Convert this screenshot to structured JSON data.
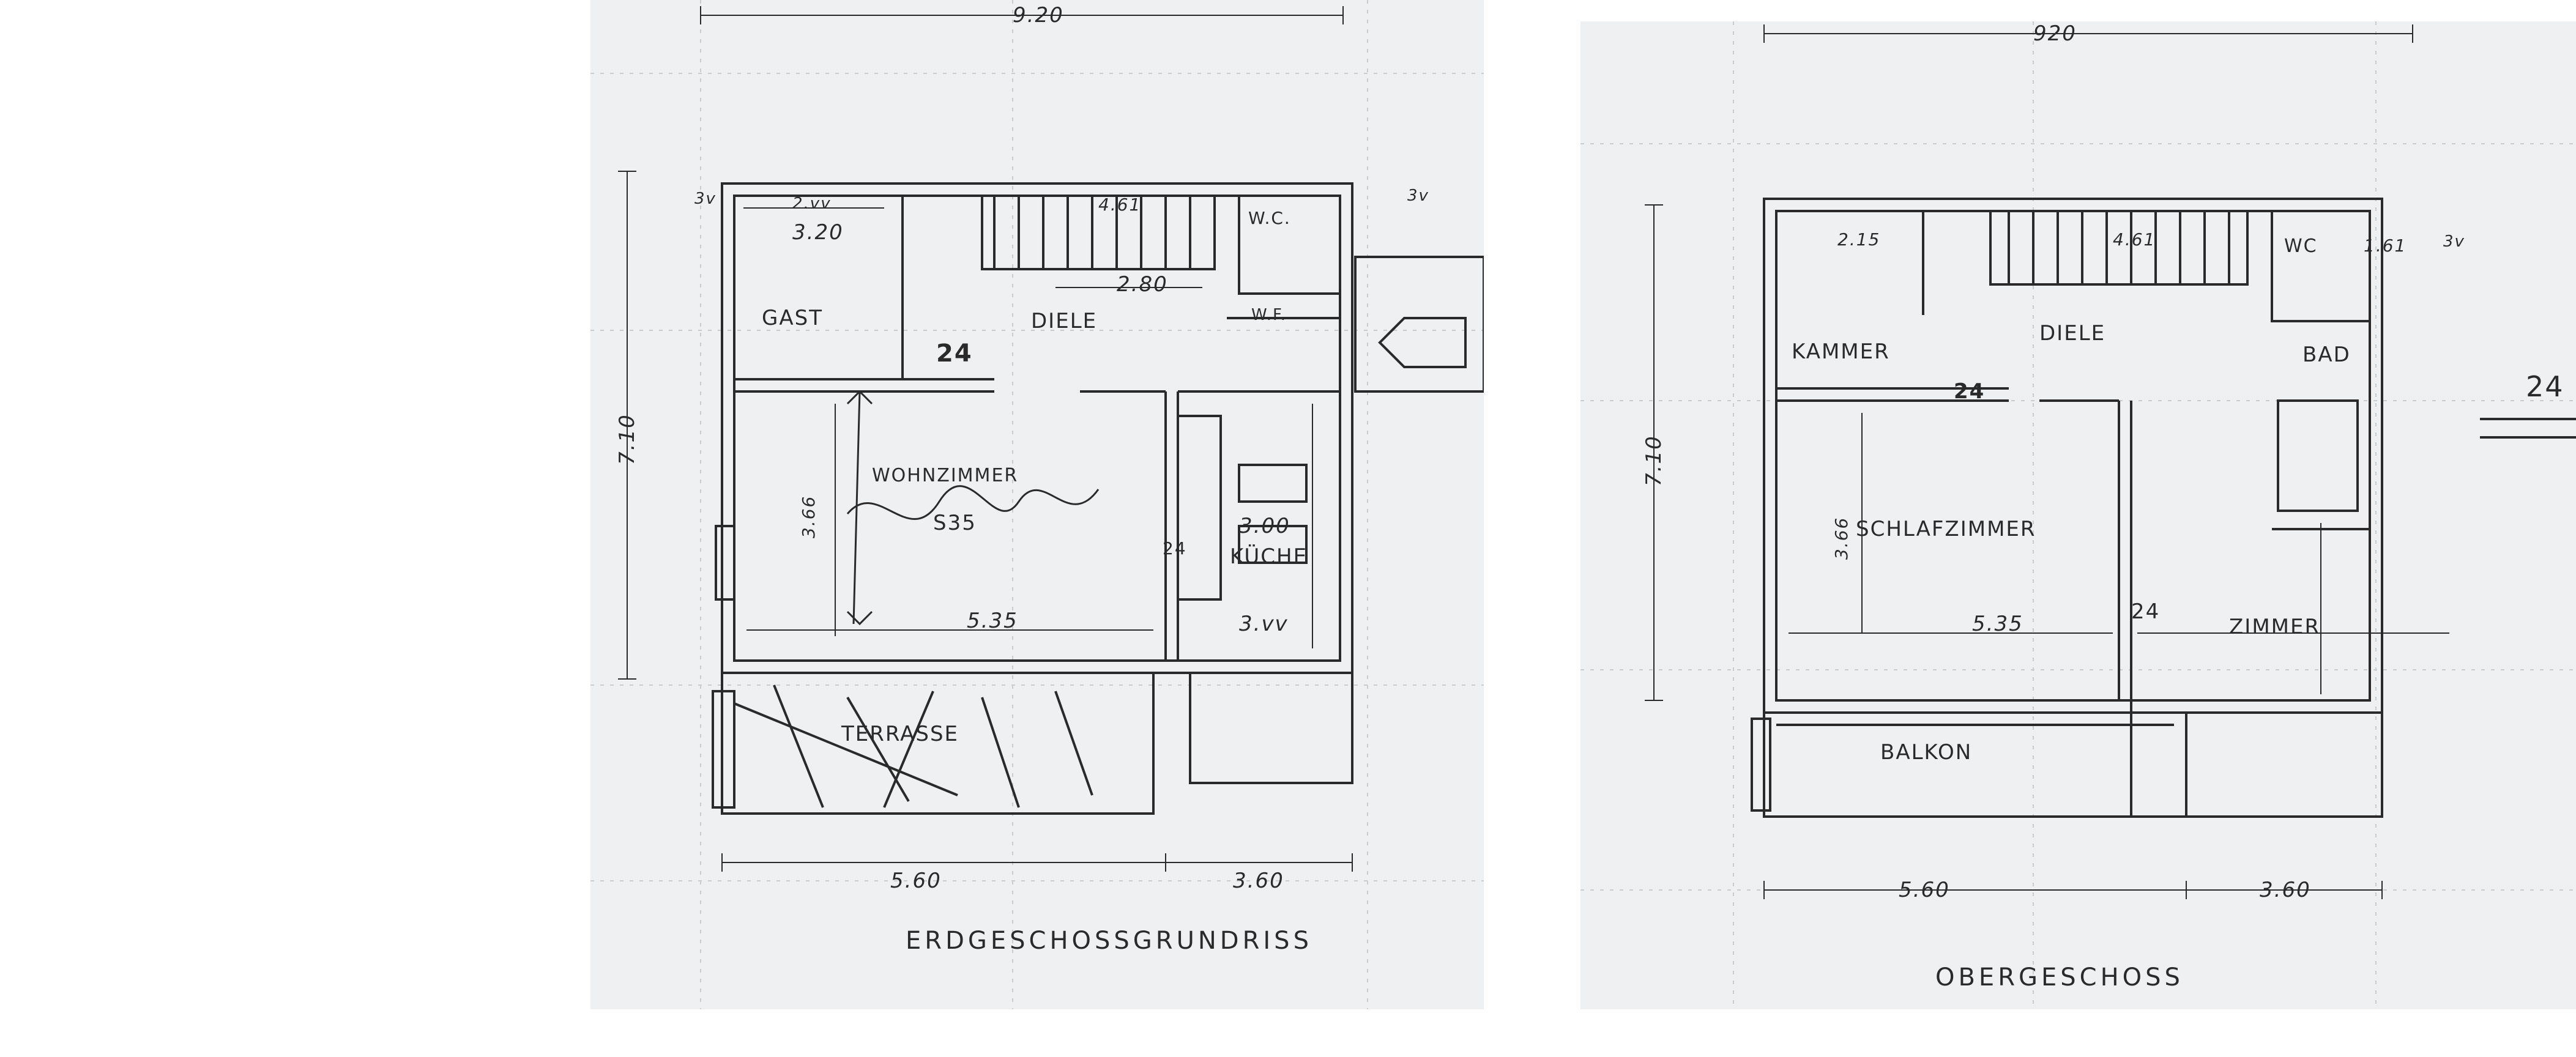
{
  "ground_floor": {
    "title": "ERDGESCHOSSGRUNDRISS",
    "dimensions": {
      "width_total": "9.20",
      "depth_total": "7.10",
      "left_segment": "5.60",
      "right_segment": "3.60",
      "living_width": "5.35",
      "living_depth": "3.66",
      "kitchen_width": "3.00",
      "kitchen_bottom": "3.vv",
      "gast_width": "3.20",
      "diele_width": "2.80",
      "stair_1": "2.vv",
      "stair_2": "4.61",
      "wall": "24",
      "wall_small": "3v",
      "side_left": "3v",
      "side_right": "3v"
    },
    "rooms": {
      "gast": "GAST",
      "diele": "DIELE",
      "wc": "W.C.",
      "wf": "W.F.",
      "wohnzimmer": "WOHNZIMMER",
      "wohnzimmer_area": "S35",
      "kueche": "KÜCHE",
      "terrasse": "TERRASSE"
    }
  },
  "upper_floor": {
    "title": "OBERGESCHOSS",
    "dimensions": {
      "width_total": "920",
      "depth_total": "7.10",
      "left_segment": "5.60",
      "right_segment": "3.60",
      "bedroom_width": "5.35",
      "bedroom_depth": "3.66",
      "kammer_width": "2.15",
      "stair": "4.61",
      "wc_width": "1.61",
      "wall": "24",
      "wall_right": "24",
      "small": "3v"
    },
    "rooms": {
      "kammer": "KAMMER",
      "diele": "DIELE",
      "wc": "WC",
      "bad": "BAD",
      "schlafzimmer": "SCHLAFZIMMER",
      "zimmer": "ZIMMER",
      "balkon": "BALKON"
    }
  },
  "colors": {
    "paper": "#eef0f1",
    "ink": "#2a2a2a",
    "grid": "#c9cdd0"
  }
}
